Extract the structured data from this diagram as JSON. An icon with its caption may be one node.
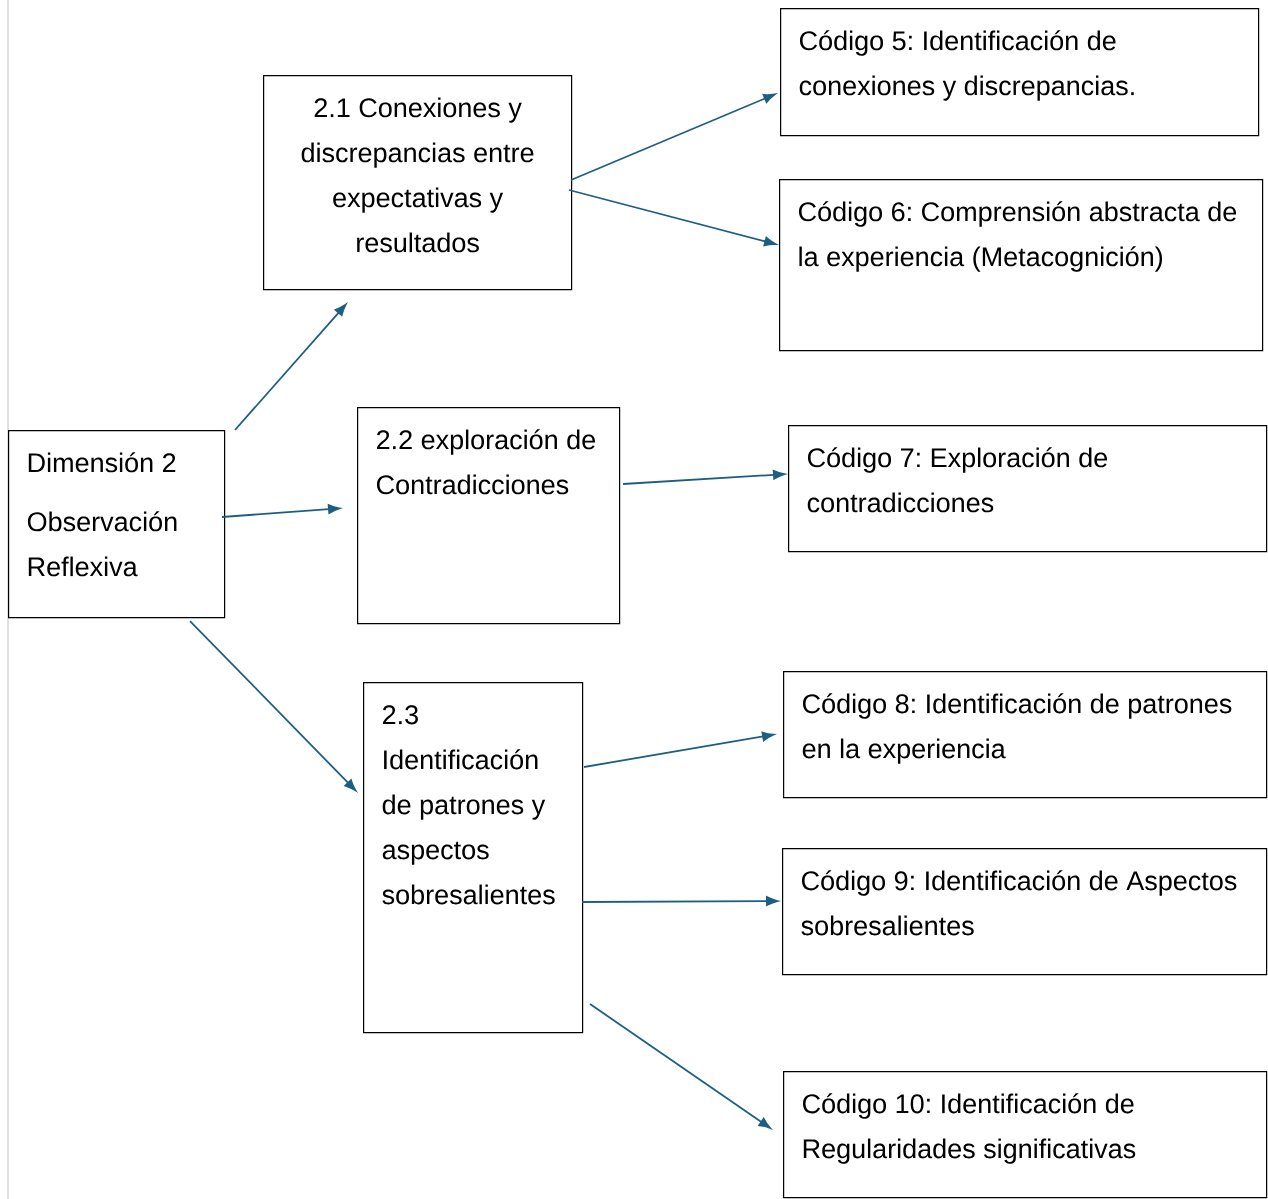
{
  "diagram": {
    "nodes": [
      {
        "text": [
          "Dimensión 2",
          "Observación Reflexiva"
        ]
      },
      {
        "text": [
          "2.1 Conexiones y discrepancias entre expectativas y resultados"
        ]
      },
      {
        "text": [
          "2.2 exploración de Contradicciones"
        ]
      },
      {
        "text": [
          "2.3 Identificación de patrones y aspectos sobresalientes"
        ]
      },
      {
        "text": [
          "Código 5: Identificación de conexiones y discrepancias."
        ]
      },
      {
        "text": [
          "Código 6: Comprensión abstracta de la experiencia (Metacognición)"
        ]
      },
      {
        "text": [
          "Código 7: Exploración de contradicciones"
        ]
      },
      {
        "text": [
          "Código 8: Identificación de patrones en la experiencia"
        ]
      },
      {
        "text": [
          "Código 9: Identificación de Aspectos sobresalientes"
        ]
      },
      {
        "text": [
          "Código 10: Identificación de Regularidades significativas"
        ]
      }
    ],
    "edges": [
      {
        "from": 0,
        "to": 1,
        "arrow": "to"
      },
      {
        "from": 0,
        "to": 2,
        "arrow": "to"
      },
      {
        "from": 0,
        "to": 3,
        "arrow": "to"
      },
      {
        "from": 1,
        "to": 4,
        "arrow": "to"
      },
      {
        "from": 1,
        "to": 5,
        "arrow": "to"
      },
      {
        "from": 2,
        "to": 6,
        "arrow": "to"
      },
      {
        "from": 3,
        "to": 7,
        "arrow": "to"
      },
      {
        "from": 3,
        "to": 8,
        "arrow": "to"
      },
      {
        "from": 3,
        "to": 9,
        "arrow": "to"
      }
    ]
  }
}
